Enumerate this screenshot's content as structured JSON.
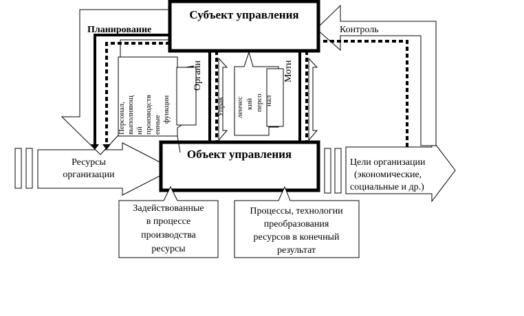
{
  "subject": "Субъект управления",
  "object": "Объект управления",
  "planning": "Планирование",
  "control": "Контроль",
  "organization_partial": "Органи",
  "motivation_partial": "Моти",
  "resources": [
    "Ресурсы",
    "организации"
  ],
  "goals": [
    "Цели организации",
    "(экономические,",
    "социальные и др.)"
  ],
  "staff_vertical": [
    "Персонал,",
    "выполняющ",
    "ий",
    "производств",
    "енные",
    "функции"
  ],
  "mgmt_staff": [
    "Управ",
    "ленчес",
    "кий",
    "персо",
    "нал"
  ],
  "used_resources": [
    "Задействованные",
    "в процессе",
    "производства",
    "ресурсы"
  ],
  "processes": [
    "Процессы, технологии",
    "преобразования",
    "ресурсов в конечный",
    "результат"
  ]
}
